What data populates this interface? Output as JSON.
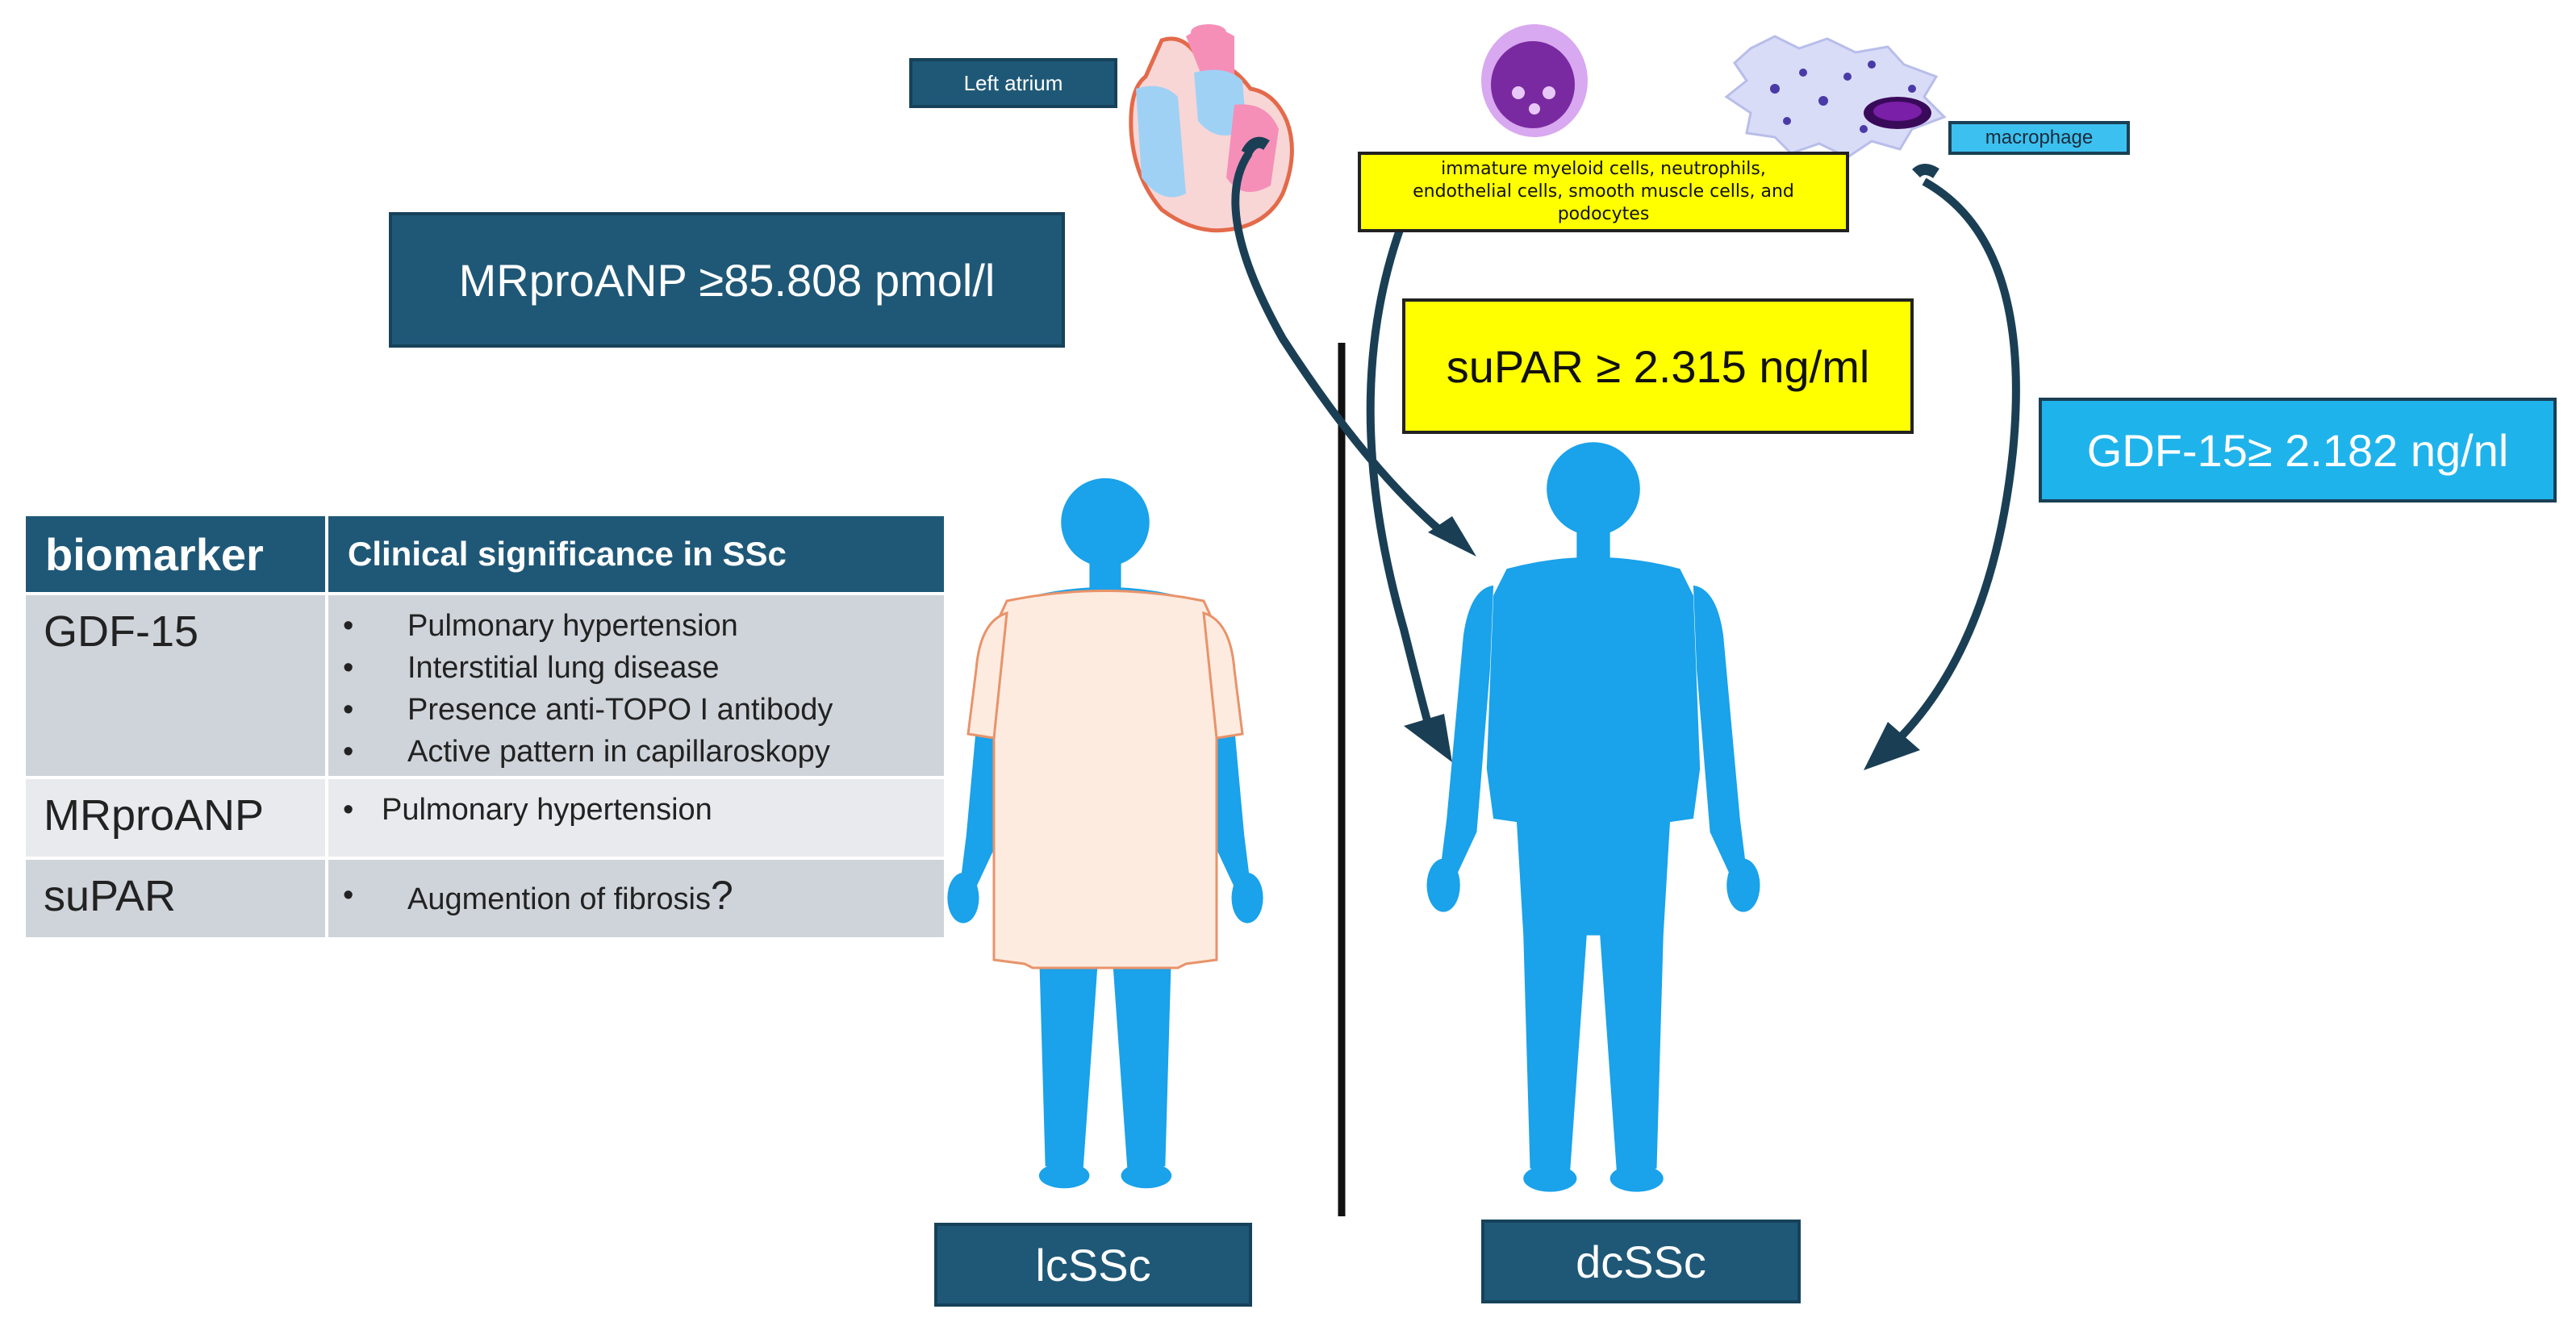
{
  "labels": {
    "left_atrium": "Left atrium",
    "cells": "immature myeloid cells, neutrophils, endothelial cells, smooth muscle cells, and podocytes",
    "macrophage": "macrophage",
    "mrproanp_threshold": "MRproANP ≥85.808 pmol/l",
    "supar_threshold": "suPAR ≥ 2.315 ng/ml",
    "gdf15_threshold": "GDF-15≥ 2.182 ng/nl",
    "lcssc": "lcSSc",
    "dcssc": "dcSSc"
  },
  "table": {
    "headers": [
      "biomarker",
      "Clinical significance in SSc"
    ],
    "rows": [
      {
        "name": "GDF-15",
        "items": [
          "Pulmonary hypertension",
          "Interstitial lung disease",
          "Presence anti-TOPO I antibody",
          "Active pattern in capillaroskopy"
        ]
      },
      {
        "name": "MRproANP",
        "items": [
          "Pulmonary hypertension"
        ]
      },
      {
        "name": "suPAR",
        "items": [
          "Augmention of fibrosis"
        ],
        "suffix": "?"
      }
    ]
  },
  "colors": {
    "navy": "#1f5877",
    "yellow": "#ffff00",
    "cyan": "#1fb3ec",
    "body_blue": "#1aa2ea",
    "skin": "#fdebe0"
  }
}
